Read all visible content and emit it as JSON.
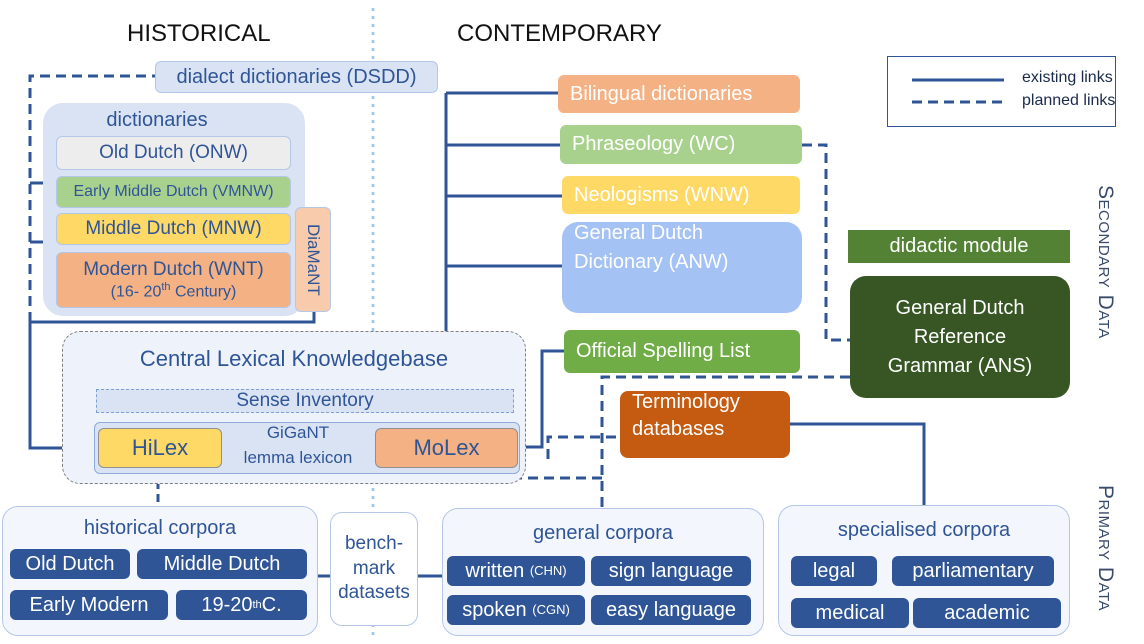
{
  "headers": {
    "historical": "HISTORICAL",
    "contemporary": "CONTEMPORARY"
  },
  "side_labels": {
    "secondary": "Secondary Data",
    "primary": "Primary Data"
  },
  "legend": {
    "existing": "existing links",
    "planned": "planned links"
  },
  "dsdd": "dialect dictionaries (DSDD)",
  "dictionaries": {
    "title": "dictionaries",
    "onw": "Old Dutch  (ONW)",
    "vmnw": "Early Middle Dutch (VMNW)",
    "mnw": "Middle Dutch (MNW)",
    "wnt": "Modern Dutch (WNT)",
    "wnt_century_a": "(16- 20",
    "wnt_century_sup": "th",
    "wnt_century_b": " Century)",
    "diamant": "DiaMaNT"
  },
  "clk": {
    "title": "Central Lexical Knowledgebase",
    "sense": "Sense Inventory",
    "hilex": "HiLex",
    "molex": "MoLex",
    "gigant": "GiGaNT",
    "lemma": "lemma lexicon"
  },
  "contemporary": {
    "bilingual": "Bilingual dictionaries",
    "phraseology": "Phraseology (WC)",
    "neologisms": "Neologisms (WNW)",
    "anw_1": "General Dutch",
    "anw_2": "Dictionary (ANW)",
    "spelling": "Official Spelling List",
    "terminology_1": "Terminology",
    "terminology_2": "databases"
  },
  "didactic": "didactic module",
  "ans": {
    "l1": "General Dutch",
    "l2": "Reference",
    "l3": "Grammar (ANS)"
  },
  "historical_corpora": {
    "title": "historical corpora",
    "old_dutch": "Old Dutch",
    "middle_dutch": "Middle Dutch",
    "early_modern": "Early Modern",
    "c19_a": "19-20",
    "c19_sup": "th",
    "c19_b": " C."
  },
  "benchmark": {
    "l1": "bench-",
    "l2": "mark",
    "l3": "datasets"
  },
  "general_corpora": {
    "title": "general corpora",
    "written": "written",
    "written_tag": "(CHN)",
    "sign": "sign language",
    "spoken": "spoken",
    "spoken_tag": "(CGN)",
    "easy": "easy language"
  },
  "specialised_corpora": {
    "title": "specialised corpora",
    "legal": "legal",
    "parliamentary": "parliamentary",
    "medical": "medical",
    "academic": "academic"
  },
  "colors": {
    "line": "#2f5597",
    "divider": "#9dc3e6",
    "orange": "#f4b183",
    "green_light": "#a9d18e",
    "yellow": "#ffd966",
    "blue_light": "#a4c2f4",
    "green": "#70ad47",
    "dark_green": "#375623",
    "green_mid": "#548235",
    "rust": "#c55a11",
    "dark_blue": "#2f5597"
  }
}
